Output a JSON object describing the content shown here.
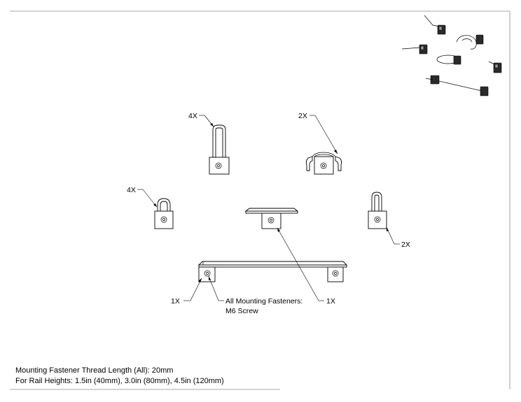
{
  "callouts": {
    "hook_4x": "4X",
    "loop_4x": "4X",
    "clip_2x": "2X",
    "tall_hook_2x": "2X",
    "rail_1x": "1X",
    "shelf_1x": "1X",
    "fasteners_line1": "All Mounting Fasteners:",
    "fasteners_line2": "M6 Screw"
  },
  "notes": {
    "thread_length": "Mounting Fastener Thread Length (All): 20mm",
    "rail_heights": "For Rail Heights: 1.5in (40mm), 3.0in (80mm), 4.5in (120mm)"
  }
}
